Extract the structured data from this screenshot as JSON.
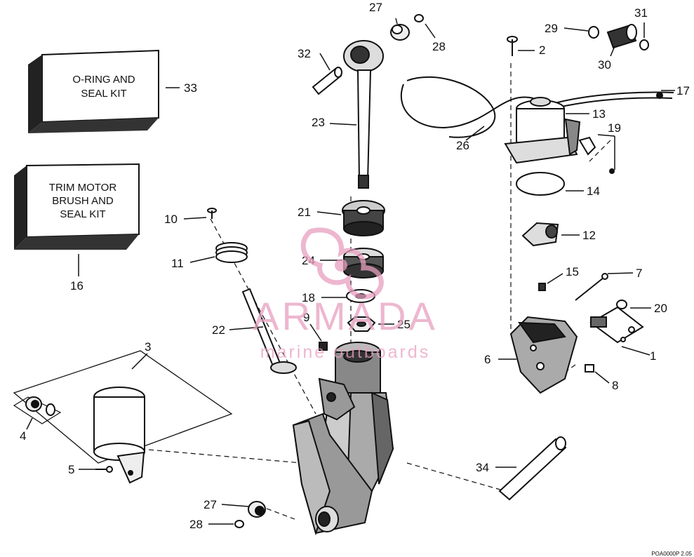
{
  "kits": {
    "seal_kit": [
      "O-RING AND",
      "SEAL KIT"
    ],
    "brush_kit": [
      "TRIM MOTOR",
      "BRUSH AND",
      "SEAL KIT"
    ]
  },
  "part_numbers": [
    "1",
    "2",
    "3",
    "4",
    "5",
    "6",
    "7",
    "8",
    "9",
    "10",
    "11",
    "12",
    "13",
    "14",
    "15",
    "16",
    "17",
    "18",
    "19",
    "20",
    "21",
    "22",
    "23",
    "24",
    "25",
    "26",
    "27",
    "28",
    "29",
    "30",
    "31",
    "32",
    "33",
    "34"
  ],
  "watermark": {
    "brand": "ARMADA",
    "tagline": "marine outboards",
    "color": "#e8a0c0"
  },
  "drawing_code": "POA0000P  2.05"
}
